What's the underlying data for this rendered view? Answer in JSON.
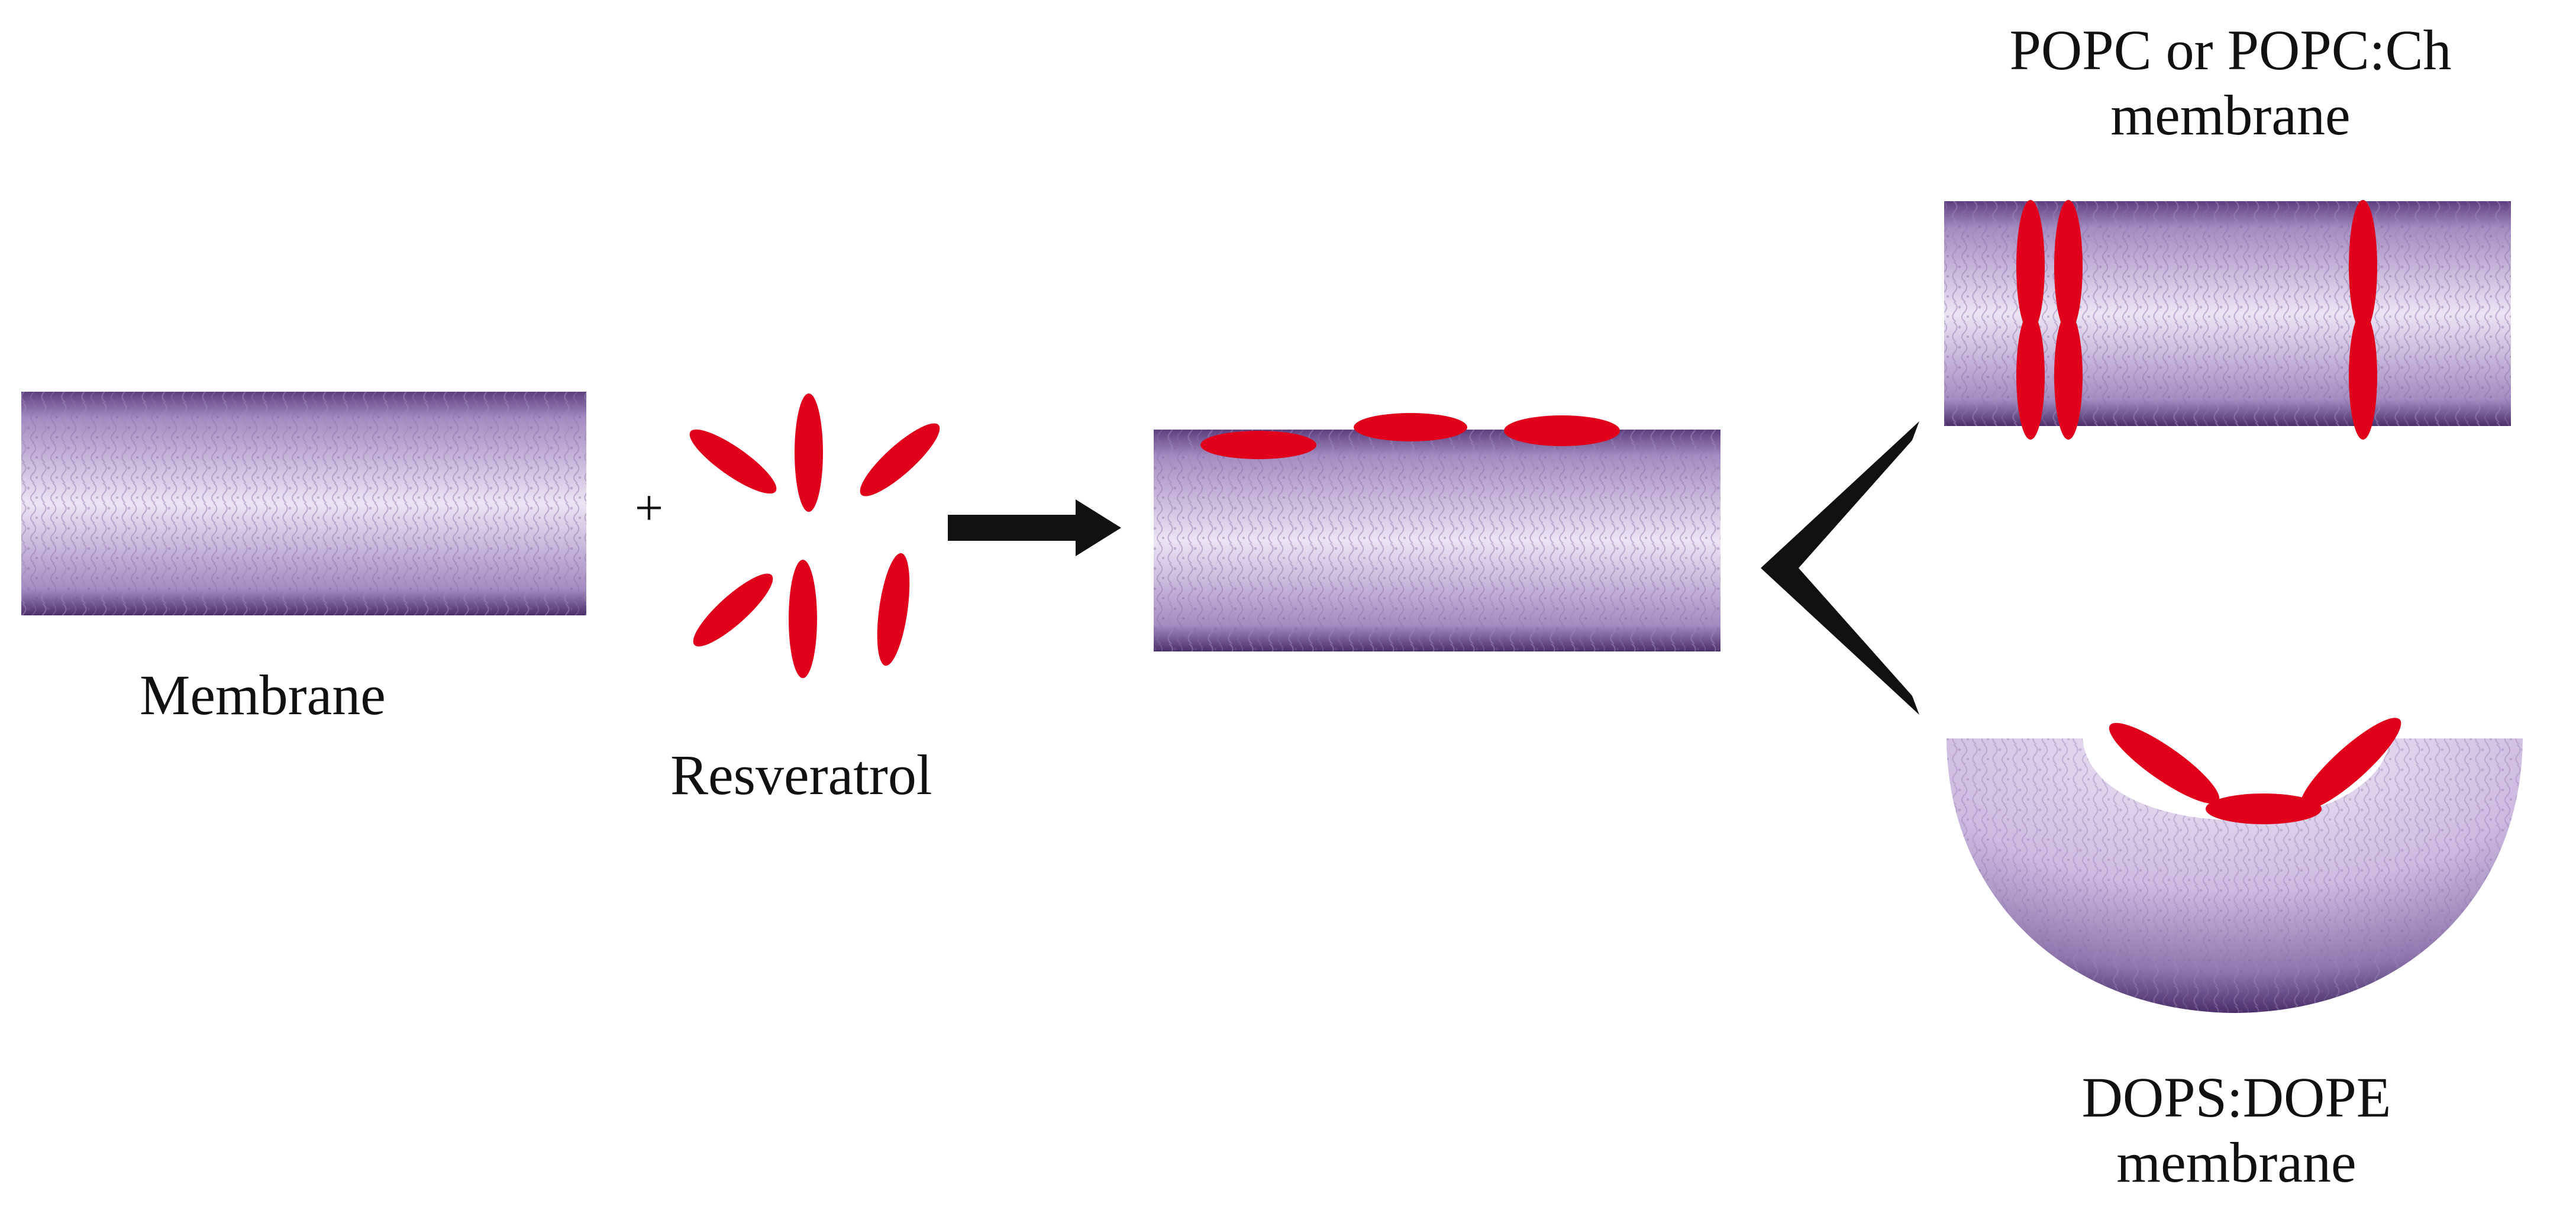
{
  "labels": {
    "membrane": "Membrane",
    "resveratrol": "Resveratrol",
    "plus": "+",
    "popc_line1": "POPC or POPC:Ch",
    "popc_line2": "membrane",
    "dops_line1": "DOPS:DOPE",
    "dops_line2": "membrane"
  },
  "colors": {
    "resveratrol": "#e0001b",
    "membrane_light": "#e6dcef",
    "membrane_mid": "#b9a3d0",
    "membrane_dark": "#4a2f6a",
    "arrow": "#111111"
  }
}
